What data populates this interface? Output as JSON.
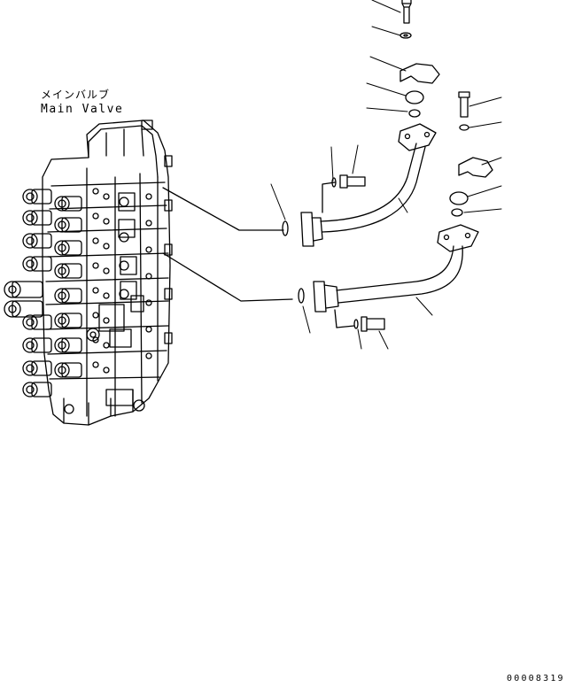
{
  "labels": {
    "part_name_jp": "メインバルブ",
    "part_name_en": "Main Valve",
    "figure_number": "00008319"
  },
  "colors": {
    "line": "#000000",
    "background": "#ffffff"
  }
}
